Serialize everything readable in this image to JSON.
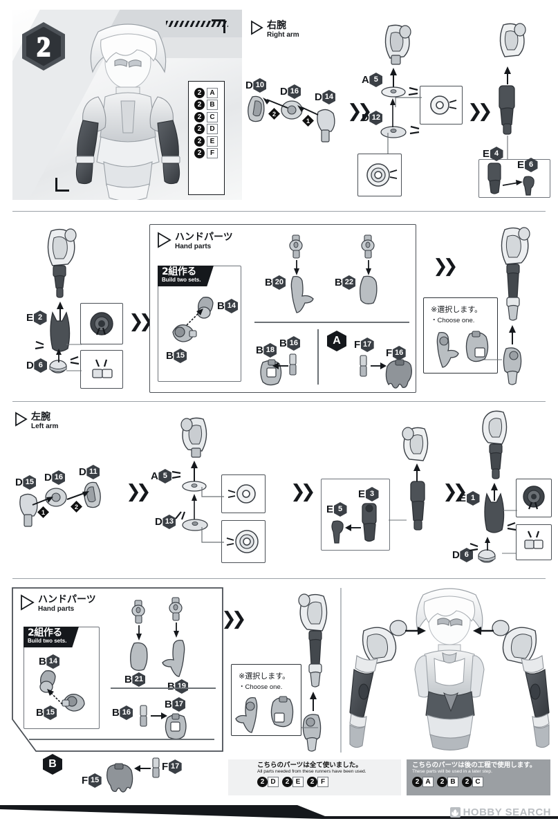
{
  "page": {
    "step_number": "2",
    "watermark": "HOBBY SEARCH"
  },
  "sections": [
    {
      "id": "right-arm",
      "heading_jp": "右腕",
      "heading_en": "Right arm",
      "parts_list": [
        {
          "num": "2",
          "letter": "A"
        },
        {
          "num": "2",
          "letter": "B"
        },
        {
          "num": "2",
          "letter": "C"
        },
        {
          "num": "2",
          "letter": "D"
        },
        {
          "num": "2",
          "letter": "E"
        },
        {
          "num": "2",
          "letter": "F"
        }
      ],
      "parts": [
        {
          "runner": "D",
          "no": "10"
        },
        {
          "runner": "D",
          "no": "16"
        },
        {
          "runner": "D",
          "no": "14"
        },
        {
          "runner": "A",
          "no": "5"
        },
        {
          "runner": "D",
          "no": "12"
        },
        {
          "runner": "E",
          "no": "4"
        },
        {
          "runner": "E",
          "no": "6"
        }
      ],
      "order_marks": [
        "1",
        "2"
      ]
    },
    {
      "id": "hand-parts-right",
      "heading_jp": "ハンドパーツ",
      "heading_en": "Hand parts",
      "build_two_jp": "2組作る",
      "build_two_en": "Build two sets.",
      "choose_jp": "※選択します。",
      "choose_en": "・Choose one.",
      "group_label": "A",
      "parts": [
        {
          "runner": "E",
          "no": "2"
        },
        {
          "runner": "D",
          "no": "6"
        },
        {
          "runner": "B",
          "no": "14"
        },
        {
          "runner": "B",
          "no": "15"
        },
        {
          "runner": "B",
          "no": "20"
        },
        {
          "runner": "B",
          "no": "22"
        },
        {
          "runner": "B",
          "no": "18"
        },
        {
          "runner": "B",
          "no": "16"
        },
        {
          "runner": "F",
          "no": "17"
        },
        {
          "runner": "F",
          "no": "16"
        }
      ]
    },
    {
      "id": "left-arm",
      "heading_jp": "左腕",
      "heading_en": "Left arm",
      "parts": [
        {
          "runner": "D",
          "no": "15"
        },
        {
          "runner": "D",
          "no": "16"
        },
        {
          "runner": "D",
          "no": "11"
        },
        {
          "runner": "A",
          "no": "5"
        },
        {
          "runner": "D",
          "no": "13"
        },
        {
          "runner": "E",
          "no": "5"
        },
        {
          "runner": "E",
          "no": "3"
        },
        {
          "runner": "E",
          "no": "1"
        },
        {
          "runner": "D",
          "no": "6"
        }
      ],
      "order_marks": [
        "1",
        "2"
      ]
    },
    {
      "id": "hand-parts-left",
      "heading_jp": "ハンドパーツ",
      "heading_en": "Hand parts",
      "build_two_jp": "2組作る",
      "build_two_en": "Build two sets.",
      "choose_jp": "※選択します。",
      "choose_en": "・Choose one.",
      "group_label": "B",
      "parts": [
        {
          "runner": "B",
          "no": "14"
        },
        {
          "runner": "B",
          "no": "15"
        },
        {
          "runner": "B",
          "no": "21"
        },
        {
          "runner": "B",
          "no": "19"
        },
        {
          "runner": "B",
          "no": "16"
        },
        {
          "runner": "B",
          "no": "17"
        },
        {
          "runner": "F",
          "no": "15"
        },
        {
          "runner": "F",
          "no": "17"
        }
      ]
    }
  ],
  "notes": {
    "used_up": {
      "jp": "こちらのパーツは全て使いました。",
      "en": "All parts needed from these runners have been used.",
      "tags": [
        {
          "num": "2",
          "letter": "D"
        },
        {
          "num": "2",
          "letter": "E"
        },
        {
          "num": "2",
          "letter": "F"
        }
      ]
    },
    "later_step": {
      "jp": "こちらのパーツは後の工程で使用します。",
      "en": "These parts will be used in a later step.",
      "tags": [
        {
          "num": "2",
          "letter": "A"
        },
        {
          "num": "2",
          "letter": "B"
        },
        {
          "num": "2",
          "letter": "C"
        }
      ]
    }
  },
  "colors": {
    "ink": "#15181c",
    "hex_fill": "#3a3f45",
    "note_grey": "#9b9fa3",
    "note_light": "#f0f1f2",
    "separator": "#9aa0a6"
  }
}
